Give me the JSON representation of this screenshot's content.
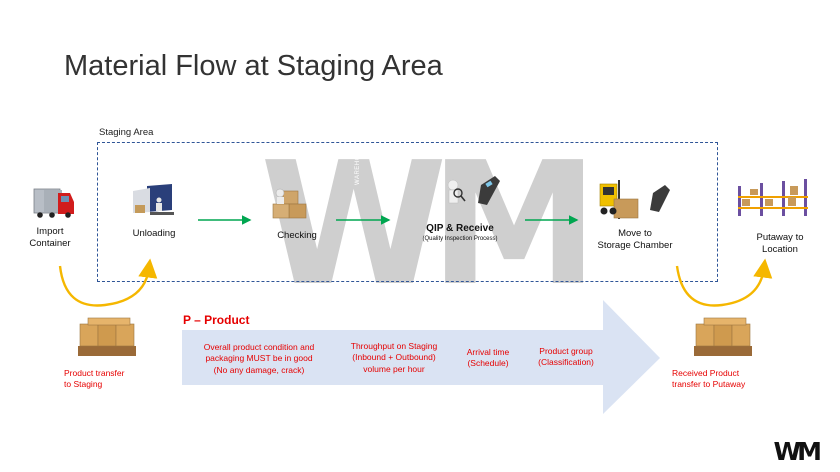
{
  "title": "Material Flow at Staging Area",
  "staging_label": "Staging Area",
  "watermark": "WM",
  "watermark_vertical": "WAREHOUSE MANAGEMENT",
  "steps": {
    "import": "Import\nContainer",
    "unloading": "Unloading",
    "checking": "Checking",
    "qip_title": "QIP & Receive",
    "qip_sub": "(Quality Inspection Process)",
    "move": "Move to\nStorage Chamber",
    "putaway": "Putaway to\nLocation"
  },
  "product_section": {
    "title": "P – Product",
    "notes": [
      "Overall product condition and\npackaging MUST be in good\n(No any damage, crack)",
      "Throughput on Staging\n(Inbound + Outbound)\nvolume per hour",
      "Arrival time\n(Schedule)",
      "Product group\n(Classification)"
    ]
  },
  "transfer_left": "Product transfer\nto Staging",
  "transfer_right": "Received Product\ntransfer to Putaway",
  "logo": "WM",
  "colors": {
    "staging_border": "#2f5597",
    "flow_arrow": "#00a650",
    "curve_arrow": "#f5b700",
    "big_arrow": "#dae3f3",
    "red_text": "#e60000",
    "watermark": "#cfcfcf"
  }
}
